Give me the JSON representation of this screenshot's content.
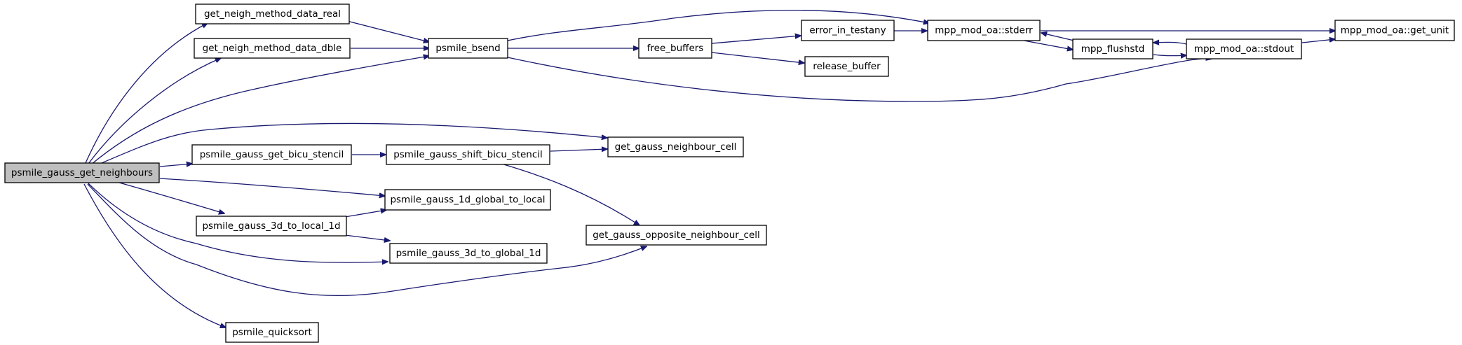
{
  "graph": {
    "node_fill": "#ffffff",
    "root_fill": "#bfbfbf",
    "edge_color": "#191970",
    "nodes": [
      {
        "id": "root",
        "label": "psmile_gauss_get_neighbours",
        "root": true
      },
      {
        "id": "gnmdr",
        "label": "get_neigh_method_data_real"
      },
      {
        "id": "gnmdd",
        "label": "get_neigh_method_data_dble"
      },
      {
        "id": "bsend",
        "label": "psmile_bsend"
      },
      {
        "id": "freebuf",
        "label": "free_buffers"
      },
      {
        "id": "errtest",
        "label": "error_in_testany"
      },
      {
        "id": "relbuf",
        "label": "release_buffer"
      },
      {
        "id": "stderr",
        "label": "mpp_mod_oa::stderr"
      },
      {
        "id": "flushstd",
        "label": "mpp_flushstd"
      },
      {
        "id": "stdout",
        "label": "mpp_mod_oa::stdout"
      },
      {
        "id": "getunit",
        "label": "mpp_mod_oa::get_unit"
      },
      {
        "id": "bicu",
        "label": "psmile_gauss_get_bicu_stencil"
      },
      {
        "id": "shift",
        "label": "psmile_gauss_shift_bicu_stencil"
      },
      {
        "id": "neighcell",
        "label": "get_gauss_neighbour_cell"
      },
      {
        "id": "g2l",
        "label": "psmile_gauss_1d_global_to_local"
      },
      {
        "id": "oppcell",
        "label": "get_gauss_opposite_neighbour_cell"
      },
      {
        "id": "l3d",
        "label": "psmile_gauss_3d_to_local_1d"
      },
      {
        "id": "g3d",
        "label": "psmile_gauss_3d_to_global_1d"
      },
      {
        "id": "qsort",
        "label": "psmile_quicksort"
      }
    ]
  }
}
